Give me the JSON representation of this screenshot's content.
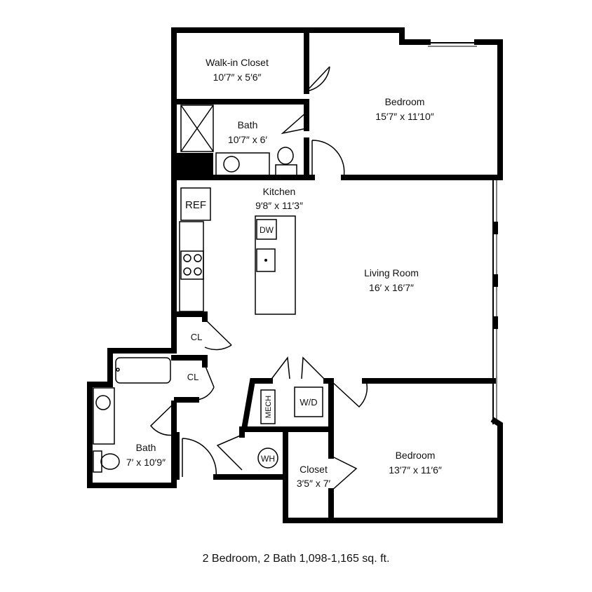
{
  "rooms": {
    "walkin_closet": {
      "name": "Walk-in Closet",
      "size": "10′7″ x 5′6″"
    },
    "bedroom_1": {
      "name": "Bedroom",
      "size": "15′7″ x 11′10″"
    },
    "bath_1": {
      "name": "Bath",
      "size": "10′7″ x 6′"
    },
    "kitchen": {
      "name": "Kitchen",
      "size": "9′8″ x 11′3″"
    },
    "living_room": {
      "name": "Living Room",
      "size": "16′ x 16′7″"
    },
    "bath_2": {
      "name": "Bath",
      "size": "7′ x 10′9″"
    },
    "closet": {
      "name": "Closet",
      "size": "3′5″ x 7′"
    },
    "bedroom_2": {
      "name": "Bedroom",
      "size": "13′7″ x 11′6″"
    }
  },
  "fixtures": {
    "ref": "REF",
    "dw": "DW",
    "cl_1": "CL",
    "cl_2": "CL",
    "mech": "MECH",
    "wd": "W/D",
    "wh": "WH"
  },
  "caption": "2 Bedroom, 2 Bath 1,098-1,165 sq. ft."
}
